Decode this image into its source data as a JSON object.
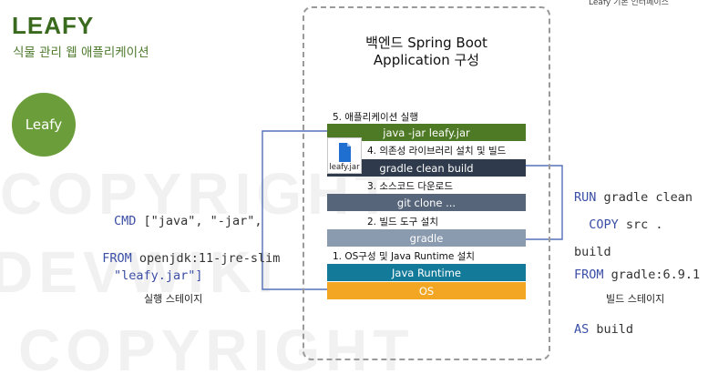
{
  "brand": {
    "logo": "LEAFY",
    "subtitle": "식물 관리 웹 애플리케이션",
    "circle_label": "Leafy",
    "top_right_text": "Leafy 기본 인터페이스"
  },
  "run_stage": {
    "cmd_keyword": "CMD",
    "cmd_line1": " [\"java\", \"-jar\",",
    "cmd_line2": "\"leafy.jar\"]",
    "from_keyword": "FROM",
    "from_value": " openjdk:11-jre-slim",
    "label": "실행 스테이지"
  },
  "build_stage": {
    "run_keyword": "RUN",
    "run_value_line1": " gradle clean",
    "run_value_line2": "build",
    "copy_keyword": "COPY",
    "copy_value": " src .",
    "from_keyword": "FROM",
    "from_value": " gradle:6.9.1",
    "as_keyword": "AS",
    "as_value": " build",
    "label": "빌드 스테이지"
  },
  "container": {
    "title_line1": "백엔드 Spring Boot",
    "title_line2": "Application 구성",
    "jar_icon_label": "leafy.jar",
    "steps": [
      {
        "label": "5. 애플리케이션 실행",
        "bar": "java -jar leafy.jar",
        "color": "#4e7a25"
      },
      {
        "label": "4. 의존성 라이브러리 설치 및 빌드",
        "bar": "gradle clean build",
        "color": "#2f3b4c"
      },
      {
        "label": "3. 소스코드 다운로드",
        "bar": "git clone ...",
        "color": "#56657a"
      },
      {
        "label": "2. 빌드 도구 설치",
        "bar": "gradle",
        "color": "#8a9aaf"
      },
      {
        "label": "1. OS구성 및 Java Runtime 설치",
        "bar": "Java Runtime",
        "color": "#147a99"
      },
      {
        "label": "",
        "bar": "OS",
        "color": "#f2a623"
      }
    ]
  },
  "watermark": {
    "line1": "COPYRIGHT",
    "line2": "DEVWIKI",
    "line3": "COPYRIGHT"
  }
}
